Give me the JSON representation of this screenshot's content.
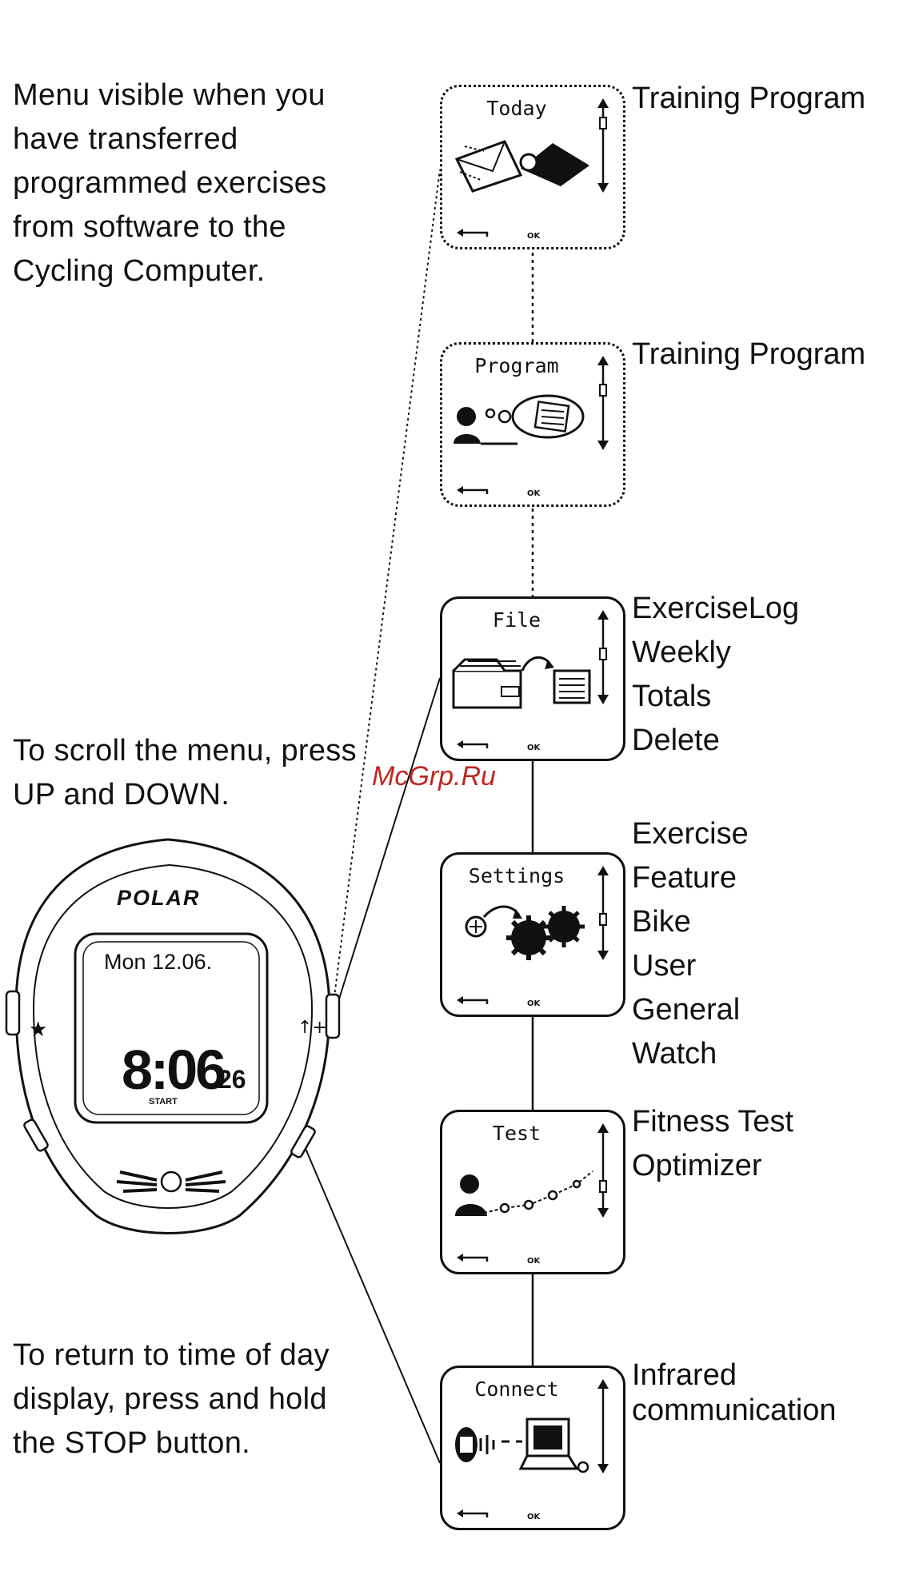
{
  "notes": {
    "menu_visible": "Menu visible when you\nhave transferred\nprogrammed exercises\nfrom software to the\nCycling Computer.",
    "scroll": "To scroll the menu, press\nUP and DOWN.",
    "return": "To return to time of day\ndisplay, press and hold\nthe STOP button."
  },
  "watch": {
    "brand": "POLAR",
    "date": "Mon 12.06.",
    "time": "8:06",
    "seconds": "26",
    "start_label": "START"
  },
  "menus": [
    {
      "title": "Today",
      "items": [
        "Training Program"
      ]
    },
    {
      "title": "Program",
      "items": [
        "Training Program"
      ]
    },
    {
      "title": "File",
      "items": [
        "ExerciseLog",
        "Weekly",
        "Totals",
        "Delete"
      ]
    },
    {
      "title": "Settings",
      "items": [
        "Exercise",
        "Feature",
        "Bike",
        "User",
        "General",
        "Watch"
      ]
    },
    {
      "title": "Test",
      "items": [
        "Fitness Test",
        "Optimizer"
      ]
    },
    {
      "title": "Connect",
      "items": [
        "Infrared",
        "communication"
      ]
    }
  ],
  "screen_ok_label": "OK",
  "watermark": "McGrp.Ru",
  "icons": {
    "screen_today": "envelope-map-icon",
    "screen_program": "person-calendar-icon",
    "screen_file": "folders-icon",
    "screen_settings": "gears-icon",
    "screen_test": "person-test-icon",
    "screen_connect": "watch-laptop-icon",
    "scroll": "up-down-scroll-icon",
    "back": "back-arrow-icon"
  }
}
